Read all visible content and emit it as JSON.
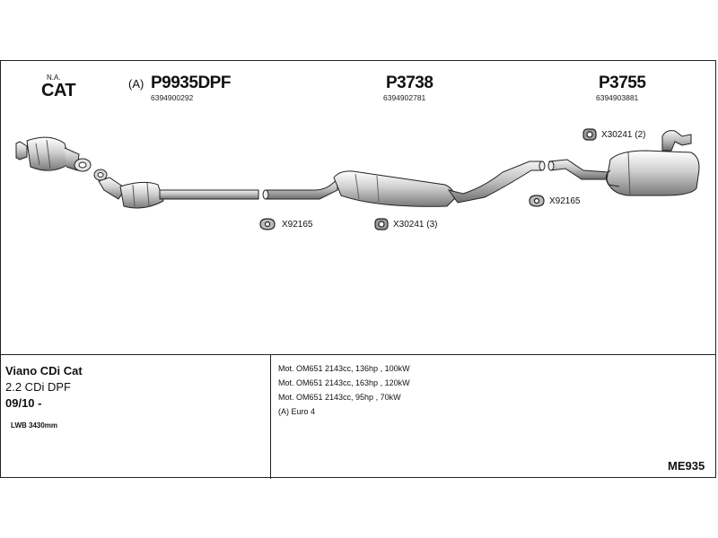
{
  "header": {
    "cat_note": "N.A.",
    "cat_label": "CAT"
  },
  "parts": [
    {
      "prefix": "(A)",
      "number": "P9935DPF",
      "ref": "6394900292"
    },
    {
      "prefix": "",
      "number": "P3738",
      "ref": "6394902781"
    },
    {
      "prefix": "",
      "number": "P3755",
      "ref": "6394903881"
    }
  ],
  "clamps": [
    {
      "code": "X92165"
    },
    {
      "code": "X30241 (3)"
    },
    {
      "code": "X92165"
    },
    {
      "code": "X30241 (2)"
    }
  ],
  "vehicle": {
    "model": "Viano CDi Cat",
    "engine": "2.2 CDi DPF",
    "date": "09/10 -",
    "wheelbase": "LWB 3430mm"
  },
  "engines": [
    "Mot. OM651 2143cc, 136hp , 100kW",
    "Mot. OM651 2143cc, 163hp , 120kW",
    "Mot. OM651 2143cc, 95hp , 70kW",
    "(A) Euro 4"
  ],
  "diagram_code": "ME935"
}
